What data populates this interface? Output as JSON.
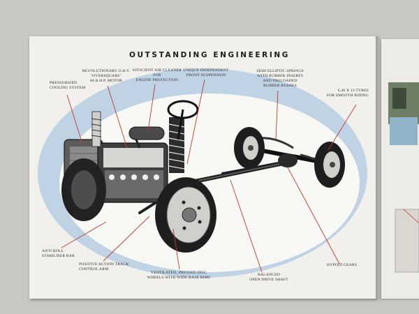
{
  "title": "OUTSTANDING ENGINEERING",
  "labels": {
    "cooling": "PRESSURIZED\nCOOLING SYSTEM",
    "motor": "REVOLUTIONARY O.H.V.\n\"OVERSQUARE\"\n68 b.h.p. MOTOR",
    "air_cleaner": "EFFICIENT AIR CLEANER\nFOR\nENGINE PROTECTION",
    "front_suspension": "UNIQUE INDEPENDENT\nFRONT SUSPENSION",
    "springs": "SEMI ELLIPTIC SPRINGS\nWITH RUBBER INSERTS\nAND PRELOADED\nRUBBER BUSHES",
    "tyres": "6.40 x 13 TYRES\nFOR SMOOTH RIDING",
    "anti_roll": "ANTI ROLL\nSTABILISER BAR",
    "track_arm": "POSITIVE ACTION TRACK\nCONTROL ARM",
    "wheels": "VENTILATED, PRESSED DISC\nWHEELS WITH WIDE BASE RIMS",
    "drive_shaft": "BALANCED\nOPEN DRIVE SHAFT",
    "hypoid": "HYPOID GEARS"
  }
}
